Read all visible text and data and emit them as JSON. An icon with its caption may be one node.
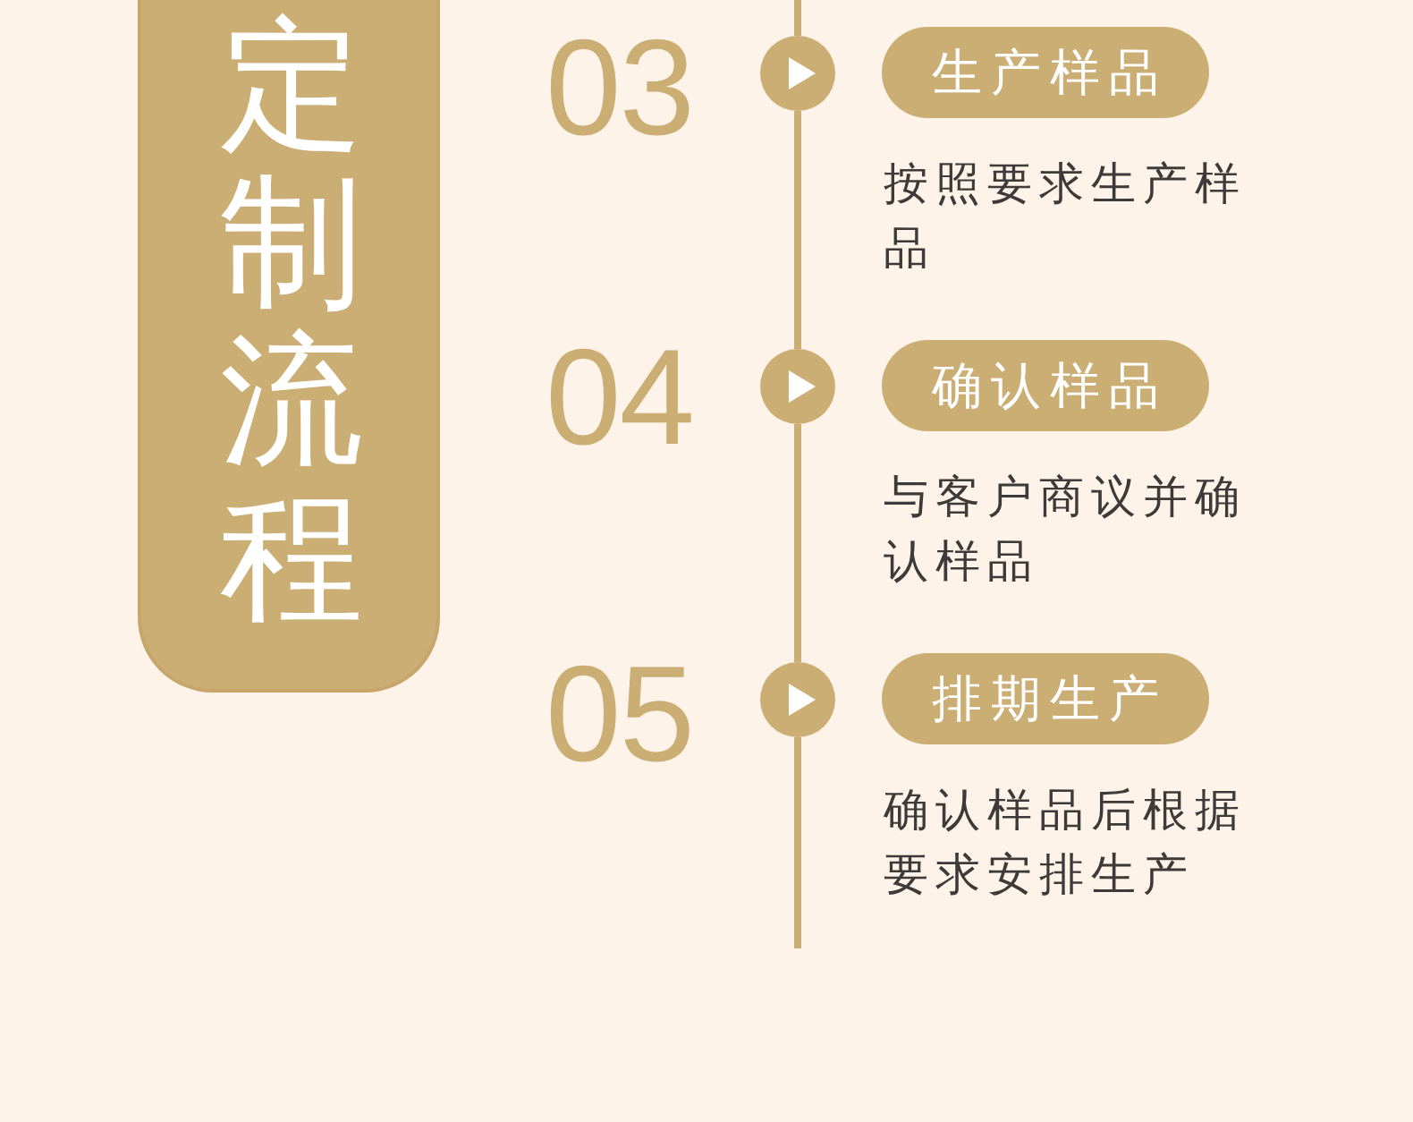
{
  "diagram": {
    "nodes": [
      {
        "text": [
          "定制流程"
        ]
      },
      {
        "text": [],
        "shape": "circle",
        "beside": [
          "03"
        ]
      },
      {
        "text": [
          "生产样品"
        ],
        "beside": [
          "按照要求生产样品"
        ]
      },
      {
        "text": [],
        "shape": "circle",
        "beside": [
          "04"
        ]
      },
      {
        "text": [
          "确认样品"
        ],
        "beside": [
          "与客户商议并确认样品"
        ]
      },
      {
        "text": [],
        "shape": "circle",
        "beside": [
          "05"
        ]
      },
      {
        "text": [
          "排期生产"
        ],
        "beside": [
          "确认样品后根据要求安排生产"
        ]
      }
    ],
    "edges": [
      {
        "from": null,
        "to": 1,
        "arrow": "none"
      },
      {
        "from": 1,
        "to": 3,
        "arrow": "none"
      },
      {
        "from": 3,
        "to": 5,
        "arrow": "none"
      },
      {
        "from": 5,
        "to": null,
        "arrow": "none"
      }
    ]
  }
}
